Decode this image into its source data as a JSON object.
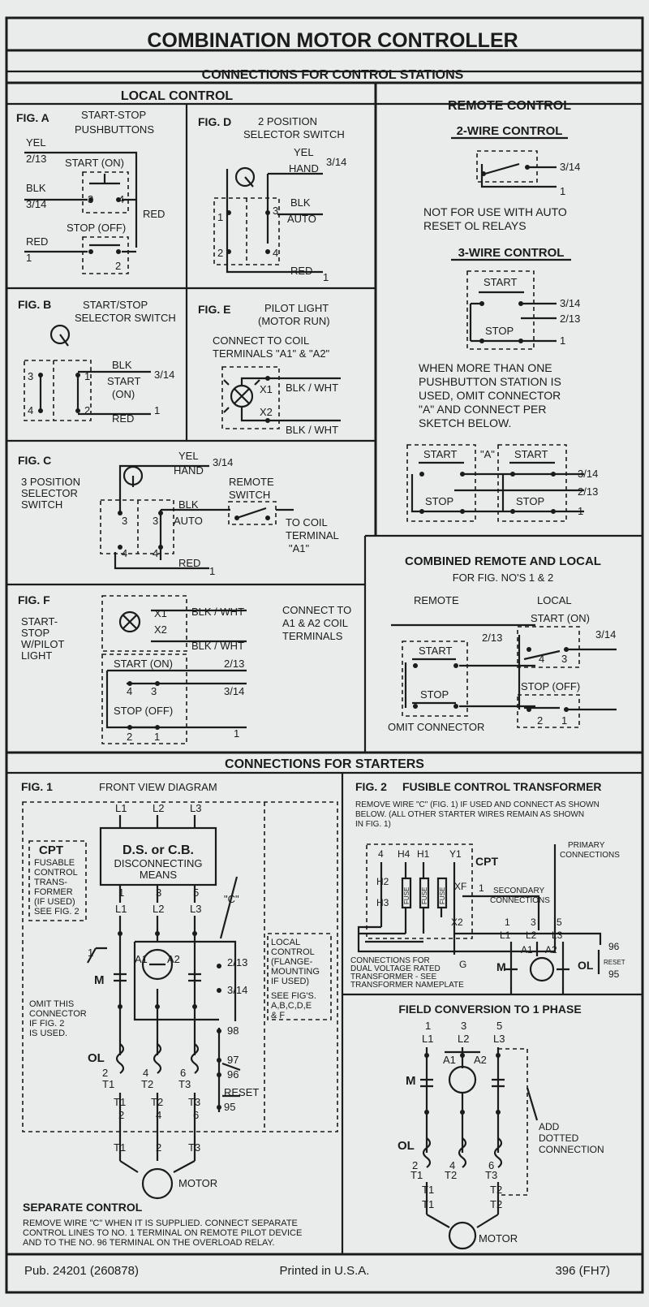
{
  "header": {
    "title": "COMBINATION MOTOR CONTROLLER",
    "subtitle": "CONNECTIONS FOR CONTROL STATIONS",
    "local": "LOCAL CONTROL",
    "remote": "REMOTE CONTROL"
  },
  "figA": {
    "fig": "FIG. A",
    "title1": "START-STOP",
    "title2": "PUSHBUTTONS",
    "yel": "YEL",
    "t213": "2/13",
    "start": "START (ON)",
    "blk": "BLK",
    "t314": "3/14",
    "n3": "3",
    "n4": "4",
    "red_r": "RED",
    "stop": "STOP (OFF)",
    "red_l": "RED",
    "n1": "1",
    "n2": "2"
  },
  "figD": {
    "fig": "FIG. D",
    "title1": "2 POSITION",
    "title2": "SELECTOR SWITCH",
    "yel": "YEL",
    "hand": "HAND",
    "t314": "3/14",
    "blk": "BLK",
    "auto": "AUTO",
    "n1": "1",
    "n3": "3",
    "n2": "2",
    "n4": "4",
    "red": "RED",
    "t1": "1"
  },
  "figB": {
    "fig": "FIG. B",
    "title1": "START/STOP",
    "title2": "SELECTOR SWITCH",
    "n3": "3",
    "n1": "1",
    "n4": "4",
    "n2": "2",
    "blk": "BLK",
    "start": "START",
    "on": "(ON)",
    "red": "RED",
    "t314": "3/14",
    "t1": "1"
  },
  "figE": {
    "fig": "FIG. E",
    "title1": "PILOT LIGHT",
    "title2": "(MOTOR RUN)",
    "note1": "CONNECT TO COIL",
    "note2": "TERMINALS \"A1\" & \"A2\"",
    "x1": "X1",
    "x2": "X2",
    "bw1": "BLK / WHT",
    "bw2": "BLK / WHT"
  },
  "figC": {
    "fig": "FIG. C",
    "l1": "3 POSITION",
    "l2": "SELECTOR",
    "l3": "SWITCH",
    "yel": "YEL",
    "hand": "HAND",
    "t314": "3/14",
    "blk": "BLK",
    "auto": "AUTO",
    "remote1": "REMOTE",
    "remote2": "SWITCH",
    "coil1": "TO COIL",
    "coil2": "TERMINAL",
    "coil3": "\"A1\"",
    "n3a": "3",
    "n3b": "3",
    "n4a": "4",
    "n4b": "4",
    "red": "RED",
    "t1": "1"
  },
  "figF": {
    "fig": "FIG. F",
    "l1": "START-",
    "l2": "STOP",
    "l3": "W/PILOT",
    "l4": "LIGHT",
    "x1": "X1",
    "x2": "X2",
    "bw1": "BLK / WHT",
    "bw2": "BLK / WHT",
    "note1": "CONNECT TO",
    "note2": "A1 & A2 COIL",
    "note3": "TERMINALS",
    "start": "START (ON)",
    "t213": "2/13",
    "n4": "4",
    "n3": "3",
    "t314": "3/14",
    "stop": "STOP (OFF)",
    "n2": "2",
    "n1": "1",
    "t1": "1"
  },
  "twoWire": {
    "title": "2-WIRE CONTROL",
    "t314": "3/14",
    "t1": "1",
    "note1": "NOT FOR USE WITH AUTO",
    "note2": "RESET OL RELAYS"
  },
  "threeWire": {
    "title": "3-WIRE CONTROL",
    "start": "START",
    "stop": "STOP",
    "t314": "3/14",
    "t213": "2/13",
    "t1": "1",
    "n1": "WHEN MORE THAN ONE",
    "n2": "PUSHBUTTON STATION IS",
    "n3": "USED, OMIT CONNECTOR",
    "n4": "\"A\" AND CONNECT PER",
    "n5": "SKETCH BELOW."
  },
  "sketch": {
    "start1": "START",
    "a": "\"A\"",
    "start2": "START",
    "stop1": "STOP",
    "stop2": "STOP",
    "t314": "3/14",
    "t213": "2/13",
    "t1": "1"
  },
  "combined": {
    "title": "COMBINED REMOTE AND LOCAL",
    "sub": "FOR FIG. NO'S 1 & 2",
    "remote": "REMOTE",
    "local": "LOCAL",
    "startOn": "START (ON)",
    "t213": "2/13",
    "t314": "3/14",
    "n4": "4",
    "n3": "3",
    "start": "START",
    "stop": "STOP",
    "stopOff": "STOP (OFF)",
    "n2": "2",
    "n1": "1",
    "omit": "OMIT CONNECTOR"
  },
  "starters": {
    "title": "CONNECTIONS FOR STARTERS"
  },
  "fig1": {
    "fig": "FIG. 1",
    "title": "FRONT VIEW DIAGRAM",
    "L1": "L1",
    "L2": "L2",
    "L3": "L3",
    "ds1": "D.S. or C.B.",
    "ds2": "DISCONNECTING",
    "ds3": "MEANS",
    "cpt": "CPT",
    "cpt1": "FUSABLE",
    "cpt2": "CONTROL",
    "cpt3": "TRANS-",
    "cpt4": "FORMER",
    "cpt5": "(IF USED)",
    "cpt6": "SEE FIG. 2",
    "n1": "1",
    "n3": "3",
    "n5": "5",
    "bl1": "L1",
    "bl2": "L2",
    "bl3": "L3",
    "c": "\"C\"",
    "a1": "A1",
    "a2": "A2",
    "t213": "2/13",
    "t314": "3/14",
    "m": "M",
    "c1": "1",
    "omit1": "OMIT THIS",
    "omit2": "CONNECTOR",
    "omit3": "IF FIG. 2",
    "omit4": "IS USED.",
    "lc1": "LOCAL",
    "lc2": "CONTROL",
    "lc3": "(FLANGE-",
    "lc4": "MOUNTING",
    "lc5": "IF USED)",
    "lc6": "SEE FIG'S.",
    "lc7": "A,B,C,D,E",
    "lc8": "& F",
    "t98": "98",
    "t97": "97",
    "t96": "96",
    "reset": "RESET",
    "t95": "95",
    "ol": "OL",
    "o2": "2",
    "ot1": "T1",
    "o4": "4",
    "ot2": "T2",
    "o6": "6",
    "ot3": "T3",
    "bt1": "T1",
    "bt2": "T2",
    "bt3": "T3",
    "b2": "2",
    "b4": "4",
    "b6": "6",
    "mT1": "T1",
    "mT2": "2",
    "mT3": "T3",
    "motor": "MOTOR",
    "sep": "SEPARATE CONTROL",
    "sep1": "REMOVE WIRE \"C\" WHEN IT IS SUPPLIED. CONNECT SEPARATE",
    "sep2": "CONTROL LINES TO NO. 1 TERMINAL ON REMOTE PILOT DEVICE",
    "sep3": "AND TO THE NO. 96 TERMINAL ON THE OVERLOAD RELAY."
  },
  "fig2": {
    "fig": "FIG. 2",
    "title": "FUSIBLE CONTROL TRANSFORMER",
    "r1": "REMOVE WIRE \"C\" (FIG. 1) IF USED AND CONNECT AS SHOWN",
    "r2": "BELOW. (ALL OTHER STARTER WIRES REMAIN AS SHOWN",
    "r3": "IN FIG. 1)",
    "n4": "4",
    "h4": "H4",
    "h1": "H1",
    "y1": "Y1",
    "cpt": "CPT",
    "h2": "H2",
    "h3": "H3",
    "fuse": "FUSE",
    "xf": "XF",
    "x2": "X2",
    "s1": "1",
    "prim1": "PRIMARY",
    "prim2": "CONNECTIONS",
    "sec1": "SECONDARY",
    "sec2": "CONNECTIONS",
    "g": "G",
    "d1": "CONNECTIONS FOR",
    "d2": "DUAL VOLTAGE RATED",
    "d3": "TRANSFORMER - SEE",
    "d4": "TRANSFORMER NAMEPLATE",
    "c1": "1",
    "c3": "3",
    "c5": "5",
    "l1": "L1",
    "l2": "L2",
    "l3": "L3",
    "a1": "A1",
    "a2": "A2",
    "m": "M",
    "ol": "OL",
    "t96": "96",
    "reset": "RESET",
    "t95": "95"
  },
  "field": {
    "title": "FIELD CONVERSION TO 1 PHASE",
    "n1": "1",
    "n3": "3",
    "n5": "5",
    "l1": "L1",
    "l2": "L2",
    "l3": "L3",
    "a1": "A1",
    "a2": "A2",
    "m": "M",
    "ol": "OL",
    "o2": "2",
    "ot1": "T1",
    "o4": "4",
    "ot2": "T2",
    "o6": "6",
    "ot3": "T3",
    "bt1": "T1",
    "bt2": "T2",
    "add1": "ADD",
    "add2": "DOTTED",
    "add3": "CONNECTION",
    "mT1": "T1",
    "mT2": "T2",
    "motor": "MOTOR"
  },
  "footer": {
    "pub": "Pub. 24201 (260878)",
    "printed": "Printed in U.S.A.",
    "code": "396 (FH7)"
  }
}
